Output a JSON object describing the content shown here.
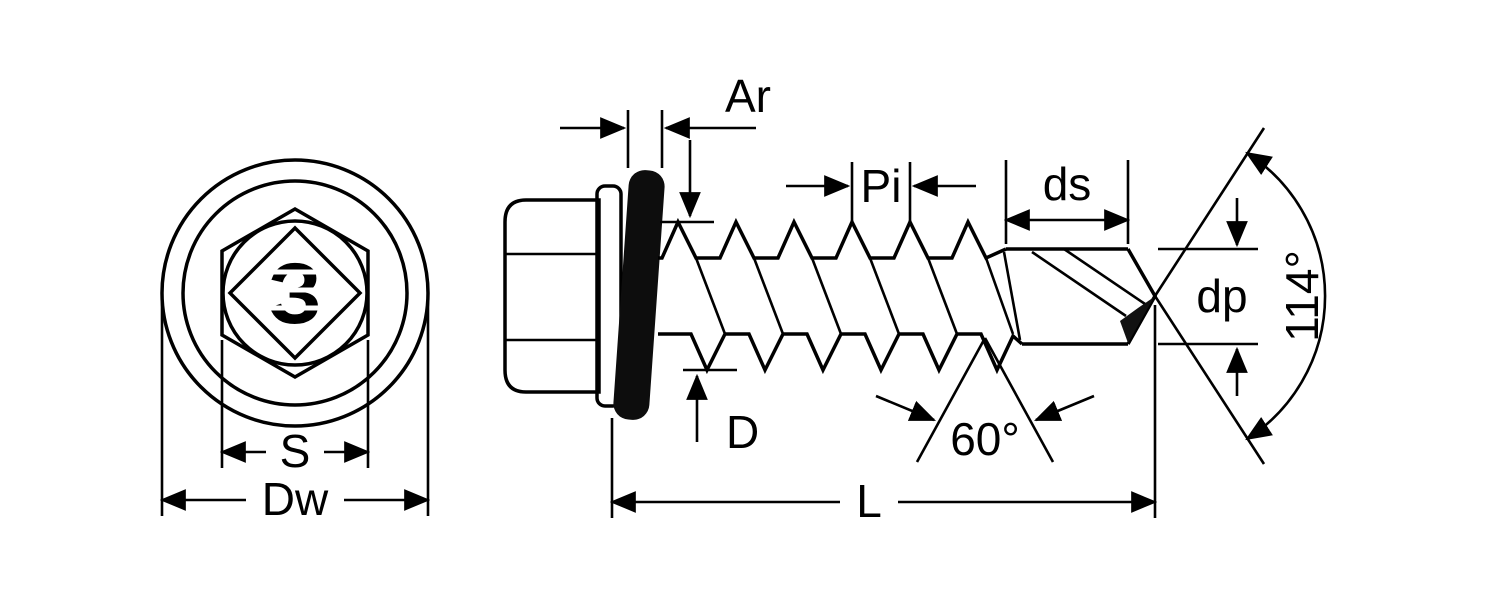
{
  "drawing": {
    "type": "technical-dimension-diagram",
    "subject": "self-drilling hex washer head screw with EPDM washer",
    "colors": {
      "line": "#000000",
      "background": "#ffffff",
      "rubber_washer": "#0d0d0d"
    },
    "labels": {
      "ar": "Ar",
      "pi": "Pi",
      "ds": "ds",
      "dp": "dp",
      "point_angle": "114°",
      "d": "D",
      "thread_angle": "60°",
      "l": "L",
      "s": "S",
      "dw": "Dw",
      "logo": "З"
    }
  }
}
